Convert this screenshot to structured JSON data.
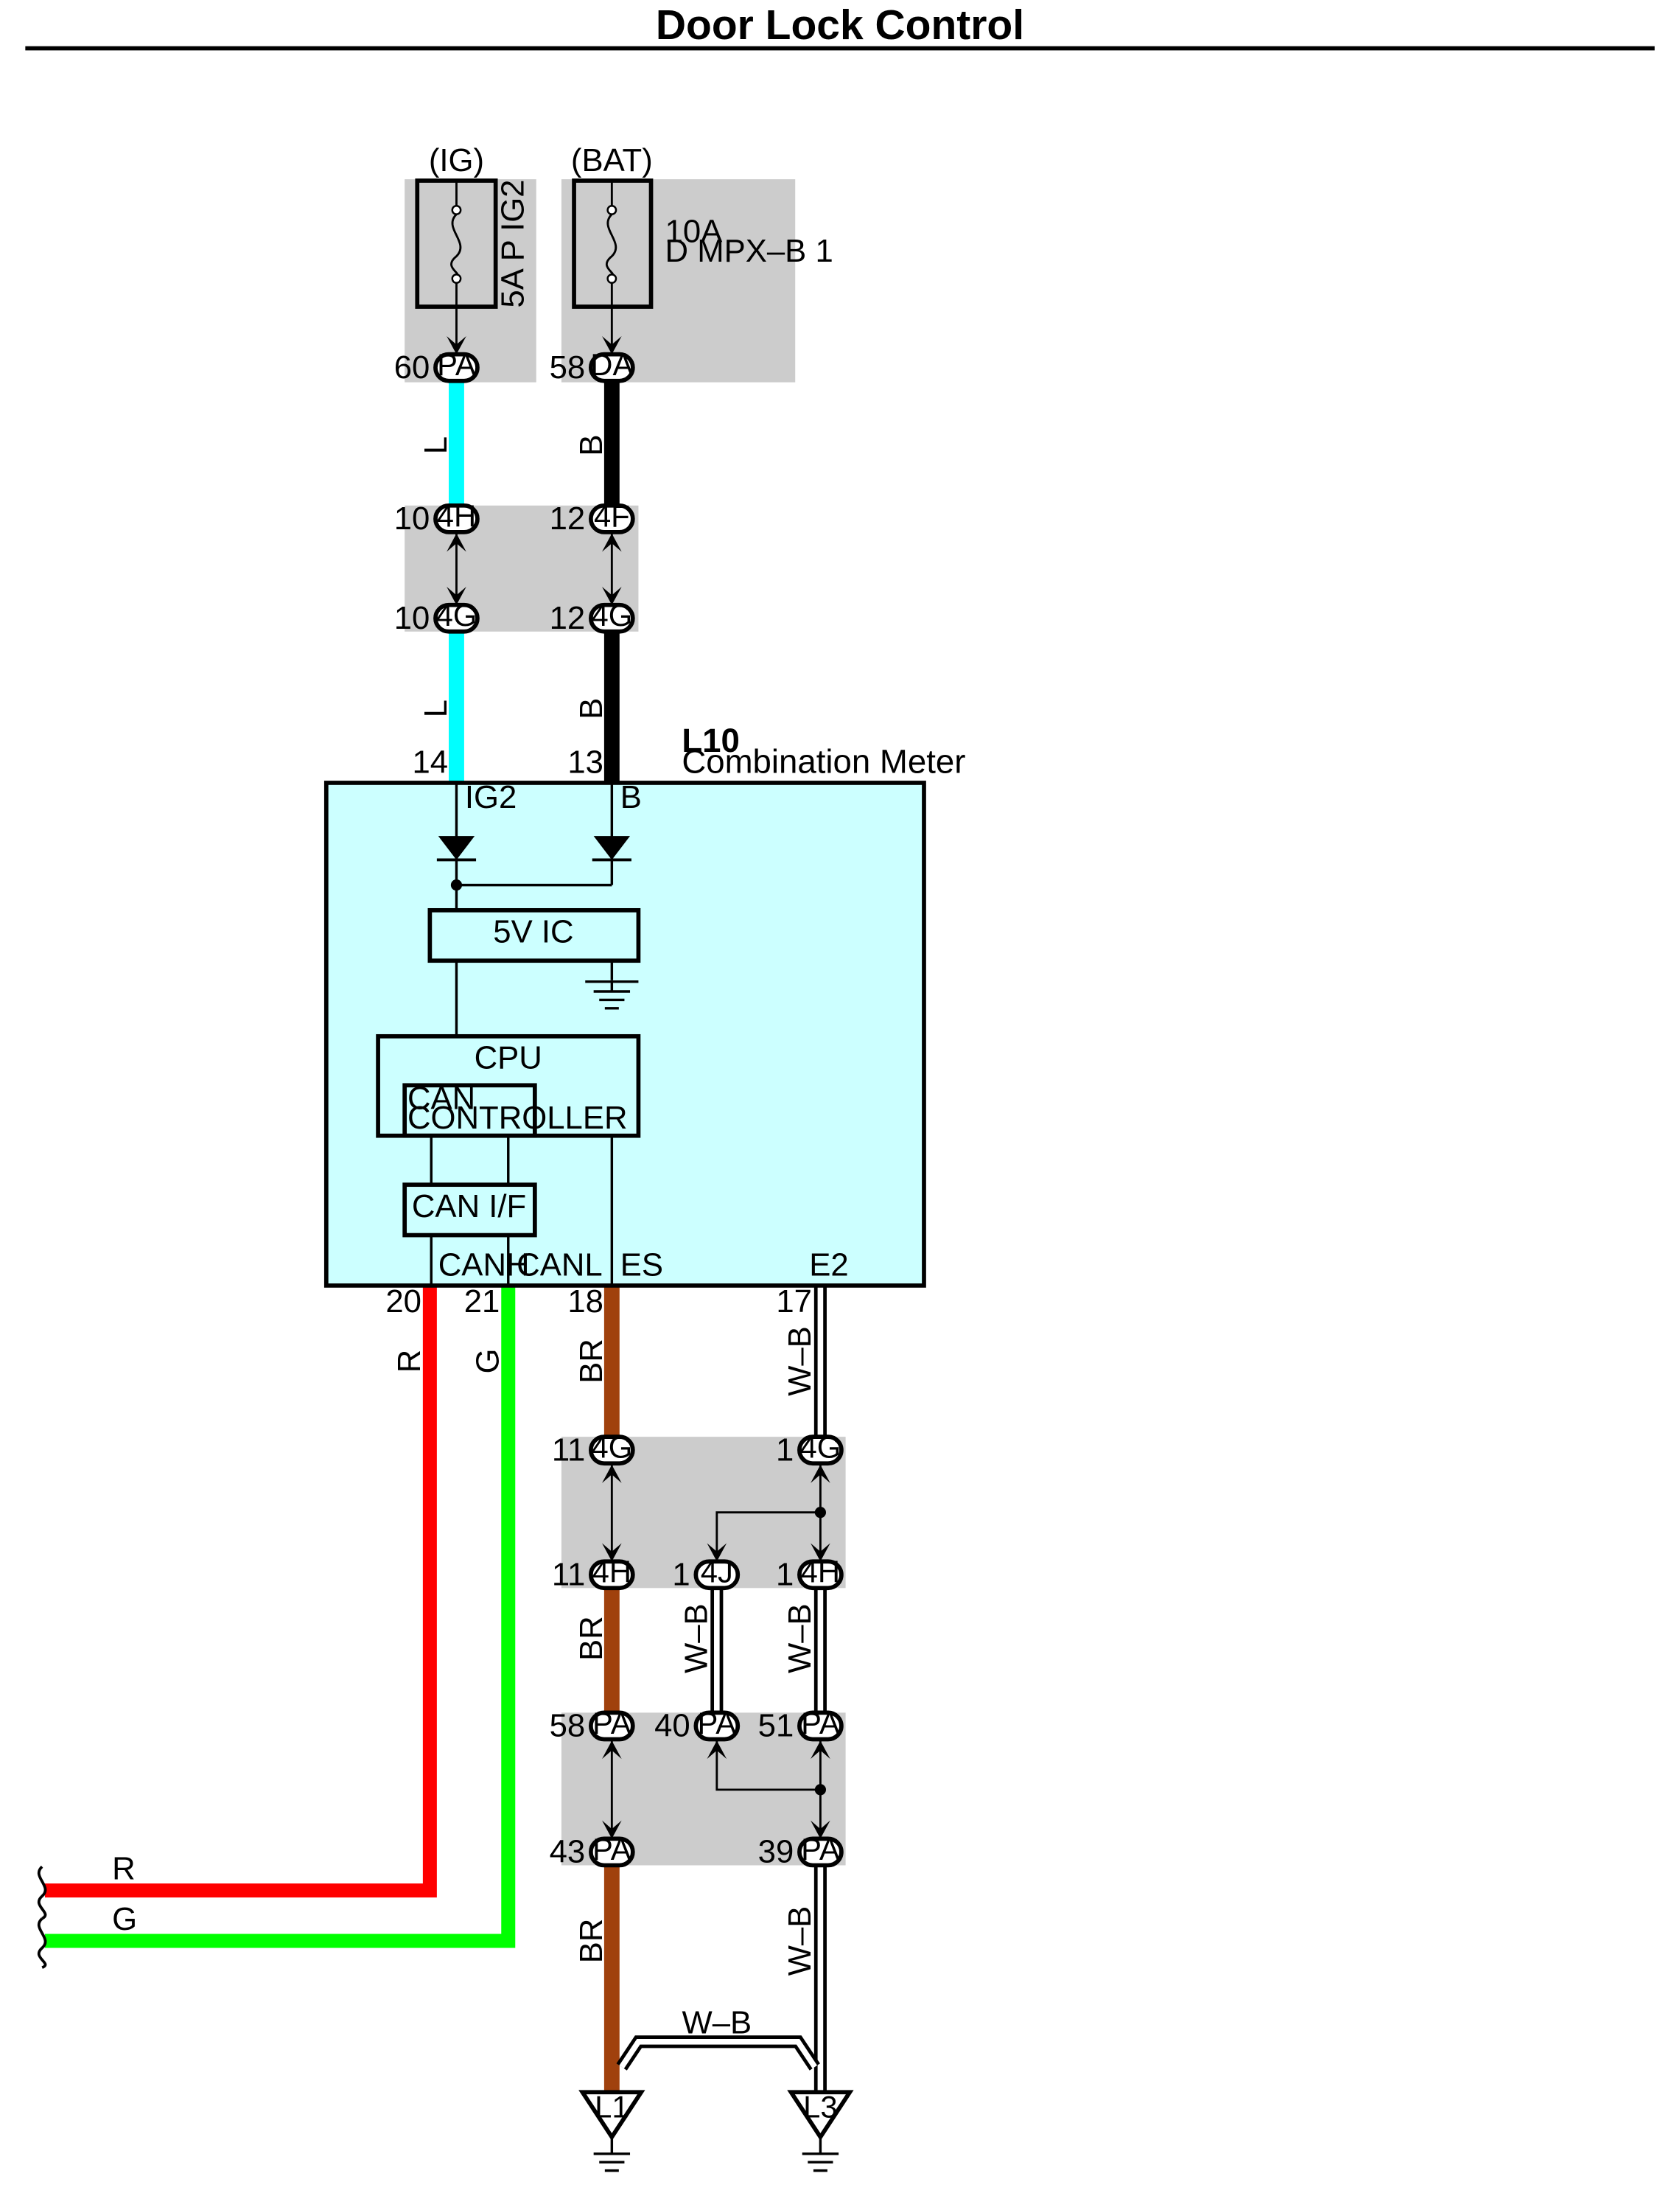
{
  "page": {
    "title": "Door Lock Control"
  },
  "colors": {
    "wire_L": "#00ffff",
    "wire_B": "#000000",
    "wire_R": "#ff0000",
    "wire_G": "#00ff00",
    "wire_BR": "#a0410d",
    "wire_WB_outline": "#000000",
    "wire_WB_fill": "#ffffff",
    "connector_area": "#cccccc",
    "meter_fill": "#ccffff"
  },
  "power": {
    "ig": {
      "source": "(IG)",
      "fuse": "5A P IG2",
      "pin": "60",
      "connector": "PA"
    },
    "bat": {
      "source": "(BAT)",
      "fuse_rating": "10A",
      "fuse_name": "D MPX–B 1",
      "pin": "58",
      "connector": "DA"
    }
  },
  "junction_top": {
    "left_upper": {
      "pin": "10",
      "connector": "4H"
    },
    "left_lower": {
      "pin": "10",
      "connector": "4G"
    },
    "right_upper": {
      "pin": "12",
      "connector": "4F"
    },
    "right_lower": {
      "pin": "12",
      "connector": "4G"
    }
  },
  "wires": {
    "ig_upper": "L",
    "ig_lower": "L",
    "bat_upper": "B",
    "bat_lower": "B",
    "canh": "R",
    "canl": "G",
    "es_upper": "BR",
    "es_mid": "BR",
    "es_lower": "BR",
    "e2_upper": "W–B",
    "e2_mid_left": "W–B",
    "e2_mid_right": "W–B",
    "e2_lower": "W–B",
    "ground_link": "W–B",
    "left_r": "R",
    "left_g": "G"
  },
  "meter": {
    "id": "L10",
    "name": "Combination Meter",
    "pin_ig2": "14",
    "pin_b": "13",
    "term_ig2": "IG2",
    "term_b": "B",
    "ic": "5V IC",
    "cpu": "CPU",
    "can_ctrl_1": "CAN",
    "can_ctrl_2": "CONTROLLER",
    "can_if": "CAN I/F",
    "term_canh": "CANH",
    "term_canl": "CANL",
    "term_es": "ES",
    "term_e2": "E2",
    "pin_canh": "20",
    "pin_canl": "21",
    "pin_es": "18",
    "pin_e2": "17"
  },
  "junction_mid": {
    "es_upper": {
      "pin": "11",
      "connector": "4G"
    },
    "es_lower": {
      "pin": "11",
      "connector": "4H"
    },
    "e2_upper": {
      "pin": "1",
      "connector": "4G"
    },
    "e2_lower_j": {
      "pin": "1",
      "connector": "4J"
    },
    "e2_lower_h": {
      "pin": "1",
      "connector": "4H"
    }
  },
  "junction_low": {
    "es_upper": {
      "pin": "58",
      "connector": "PA"
    },
    "es_lower": {
      "pin": "43",
      "connector": "PA"
    },
    "mid_upper": {
      "pin": "40",
      "connector": "PA"
    },
    "e2_upper": {
      "pin": "51",
      "connector": "PA"
    },
    "e2_lower": {
      "pin": "39",
      "connector": "PA"
    }
  },
  "grounds": {
    "left": "L1",
    "right": "L3"
  }
}
